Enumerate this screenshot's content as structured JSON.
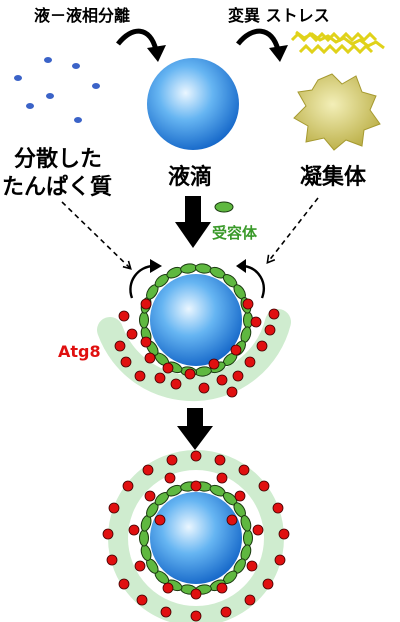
{
  "labels": {
    "lle": "液－液相分離",
    "stress": "変異 ストレス",
    "dispersed_line1": "分散した",
    "dispersed_line2": "たんぱく質",
    "droplet": "液滴",
    "aggregate": "凝集体",
    "receptor": "受容体",
    "atg8": "Atg8"
  },
  "colors": {
    "droplet_center": "#eaf6ff",
    "droplet_edge": "#1466c8",
    "receptor_fill": "#5fb840",
    "atg8_fill": "#e01010",
    "membrane_halo": "#cfeccf",
    "dispersed_dot": "#3b63c8",
    "aggregate_fill": "#d2c65a",
    "fibril_color": "#e0d21a",
    "atg8_text": "#e01010",
    "receptor_text": "#3a9a2a"
  },
  "icons": {
    "curved_arrow": "curved-arrow-icon",
    "down_arrow": "block-down-arrow-icon"
  }
}
